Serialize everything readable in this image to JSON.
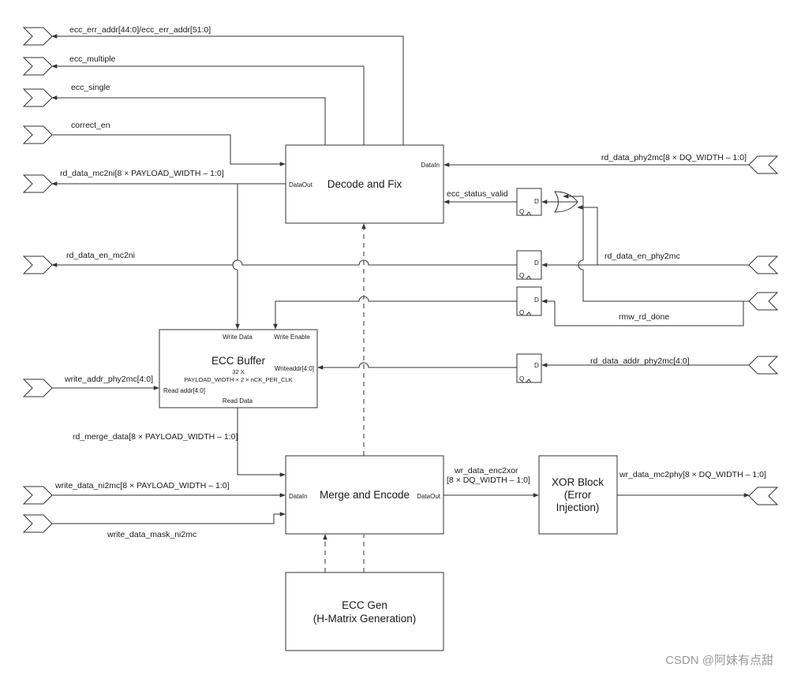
{
  "signals": {
    "ecc_err_addr": "ecc_err_addr[44:0]/ecc_err_addr[51:0]",
    "ecc_multiple": "ecc_multiple",
    "ecc_single": "ecc_single",
    "correct_en": "correct_en",
    "rd_data_mc2ni": "rd_data_mc2ni[8 × PAYLOAD_WIDTH – 1:0]",
    "rd_data_phy2mc": "rd_data_phy2mc[8 × DQ_WIDTH – 1:0]",
    "ecc_status_valid": "ecc_status_valid",
    "rd_data_en_mc2ni": "rd_data_en_mc2ni",
    "rd_data_en_phy2mc": "rd_data_en_phy2mc",
    "rmw_rd_done": "rmw_rd_done",
    "write_addr_phy2mc": "write_addr_phy2mc[4:0]",
    "rd_data_addr_phy2mc": "rd_data_addr_phy2mc[4:0]",
    "rd_merge_data": "rd_merge_data[8 × PAYLOAD_WIDTH – 1:0]",
    "write_data_ni2mc": "write_data_ni2mc[8 × PAYLOAD_WIDTH – 1:0]",
    "write_data_mask_ni2mc": "write_data_mask_ni2mc",
    "wr_data_enc2xor_line1": "wr_data_enc2xor",
    "wr_data_enc2xor_line2": "[8 × DQ_WIDTH – 1:0]",
    "wr_data_mc2phy": "wr_data_mc2phy[8 × DQ_WIDTH – 1:0]"
  },
  "blocks": {
    "decode_fix": {
      "title": "Decode and Fix",
      "data_in": "DataIn",
      "data_out": "DataOut"
    },
    "ecc_buffer": {
      "title": "ECC Buffer",
      "size": "32 X",
      "width": "PAYLOAD_WIDTH × 2 × nCK_PER_CLK",
      "write_data": "Write Data",
      "write_enable": "Write Enable",
      "write_addr": "Writeaddr[4:0]",
      "read_addr": "Read addr[4:0]",
      "read_data": "Read Data"
    },
    "merge_encode": {
      "title": "Merge and Encode",
      "data_in": "DataIn",
      "data_out": "DataOut"
    },
    "xor_block": {
      "line1": "XOR Block",
      "line2": "(Error",
      "line3": "Injection)"
    },
    "ecc_gen": {
      "line1": "ECC Gen",
      "line2": "(H-Matrix Generation)"
    }
  },
  "flipflop": {
    "d": "D",
    "q": "Q"
  },
  "watermark": "CSDN @阿妹有点甜"
}
